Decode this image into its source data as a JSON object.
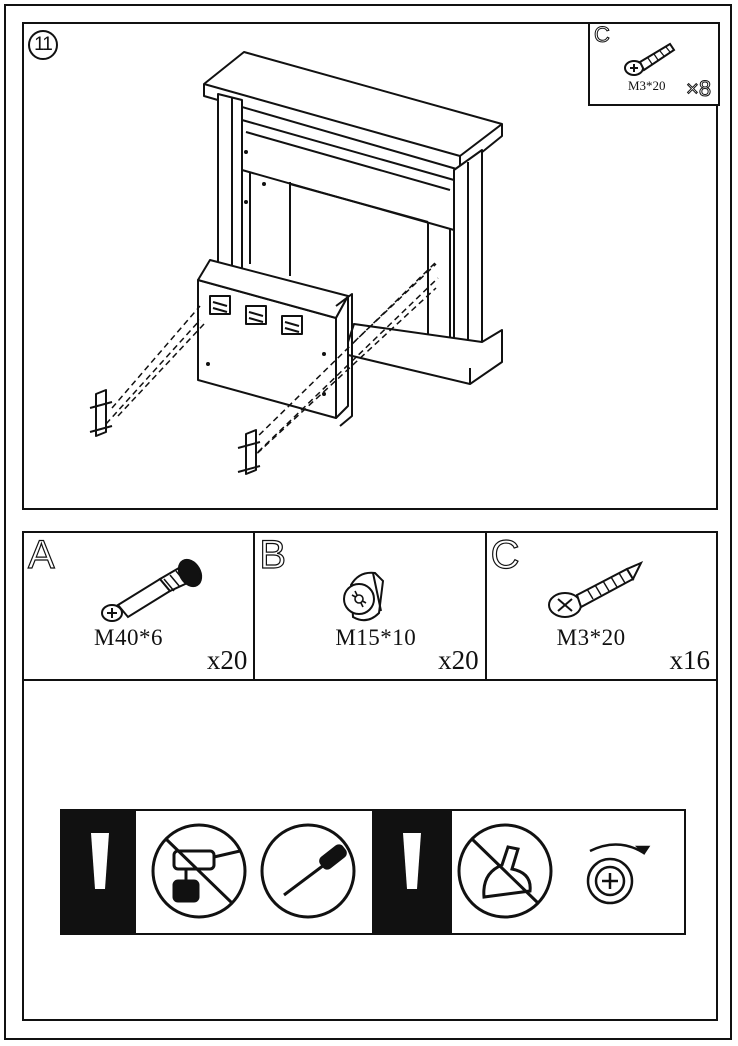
{
  "step": {
    "number": "11"
  },
  "inset": {
    "letter": "C",
    "label": "M3*20",
    "quantity": "×8"
  },
  "parts": [
    {
      "letter": "A",
      "label": "M40*6",
      "quantity": "x20",
      "icon": "cam-bolt-icon"
    },
    {
      "letter": "B",
      "label": "M15*10",
      "quantity": "x20",
      "icon": "cam-lock-icon"
    },
    {
      "letter": "C",
      "label": "M3*20",
      "quantity": "x16",
      "icon": "screw-icon"
    }
  ],
  "tools": [
    {
      "icon": "no-power-drill-icon",
      "prohibited": true
    },
    {
      "icon": "screwdriver-icon",
      "prohibited": false
    },
    {
      "icon": "no-overtighten-icon",
      "prohibited": true
    },
    {
      "icon": "rotate-clockwise-icon",
      "prohibited": false
    }
  ],
  "colors": {
    "ink": "#111111",
    "paper": "#ffffff"
  }
}
